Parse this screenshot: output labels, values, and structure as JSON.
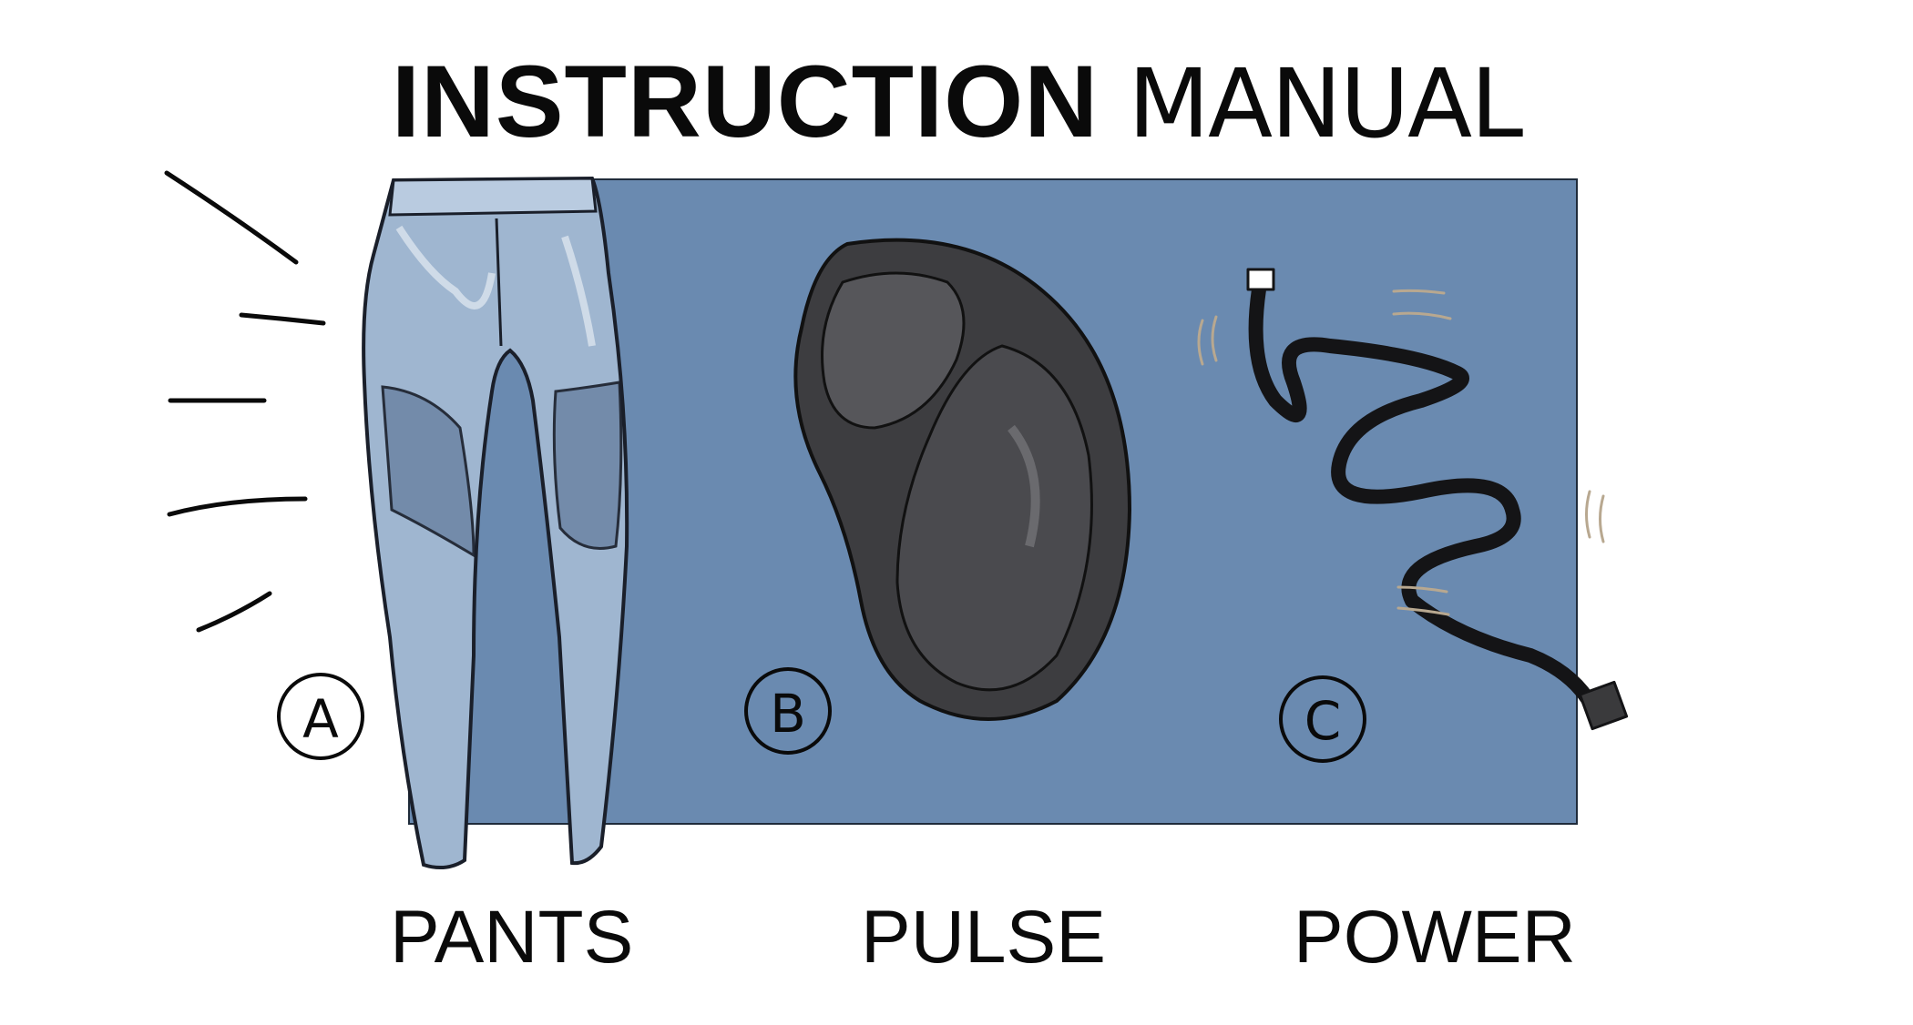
{
  "title": {
    "bold": "INSTRUCTION",
    "light": "MANUAL"
  },
  "items": [
    {
      "marker": "A",
      "label": "PANTS"
    },
    {
      "marker": "B",
      "label": "PULSE"
    },
    {
      "marker": "C",
      "label": "POWER"
    }
  ],
  "colors": {
    "panel": "#6a8ab0",
    "ink": "#0a0a0a",
    "denim": "#9fb6d0",
    "pulse": "#3a3a3c",
    "cable": "#141416"
  }
}
